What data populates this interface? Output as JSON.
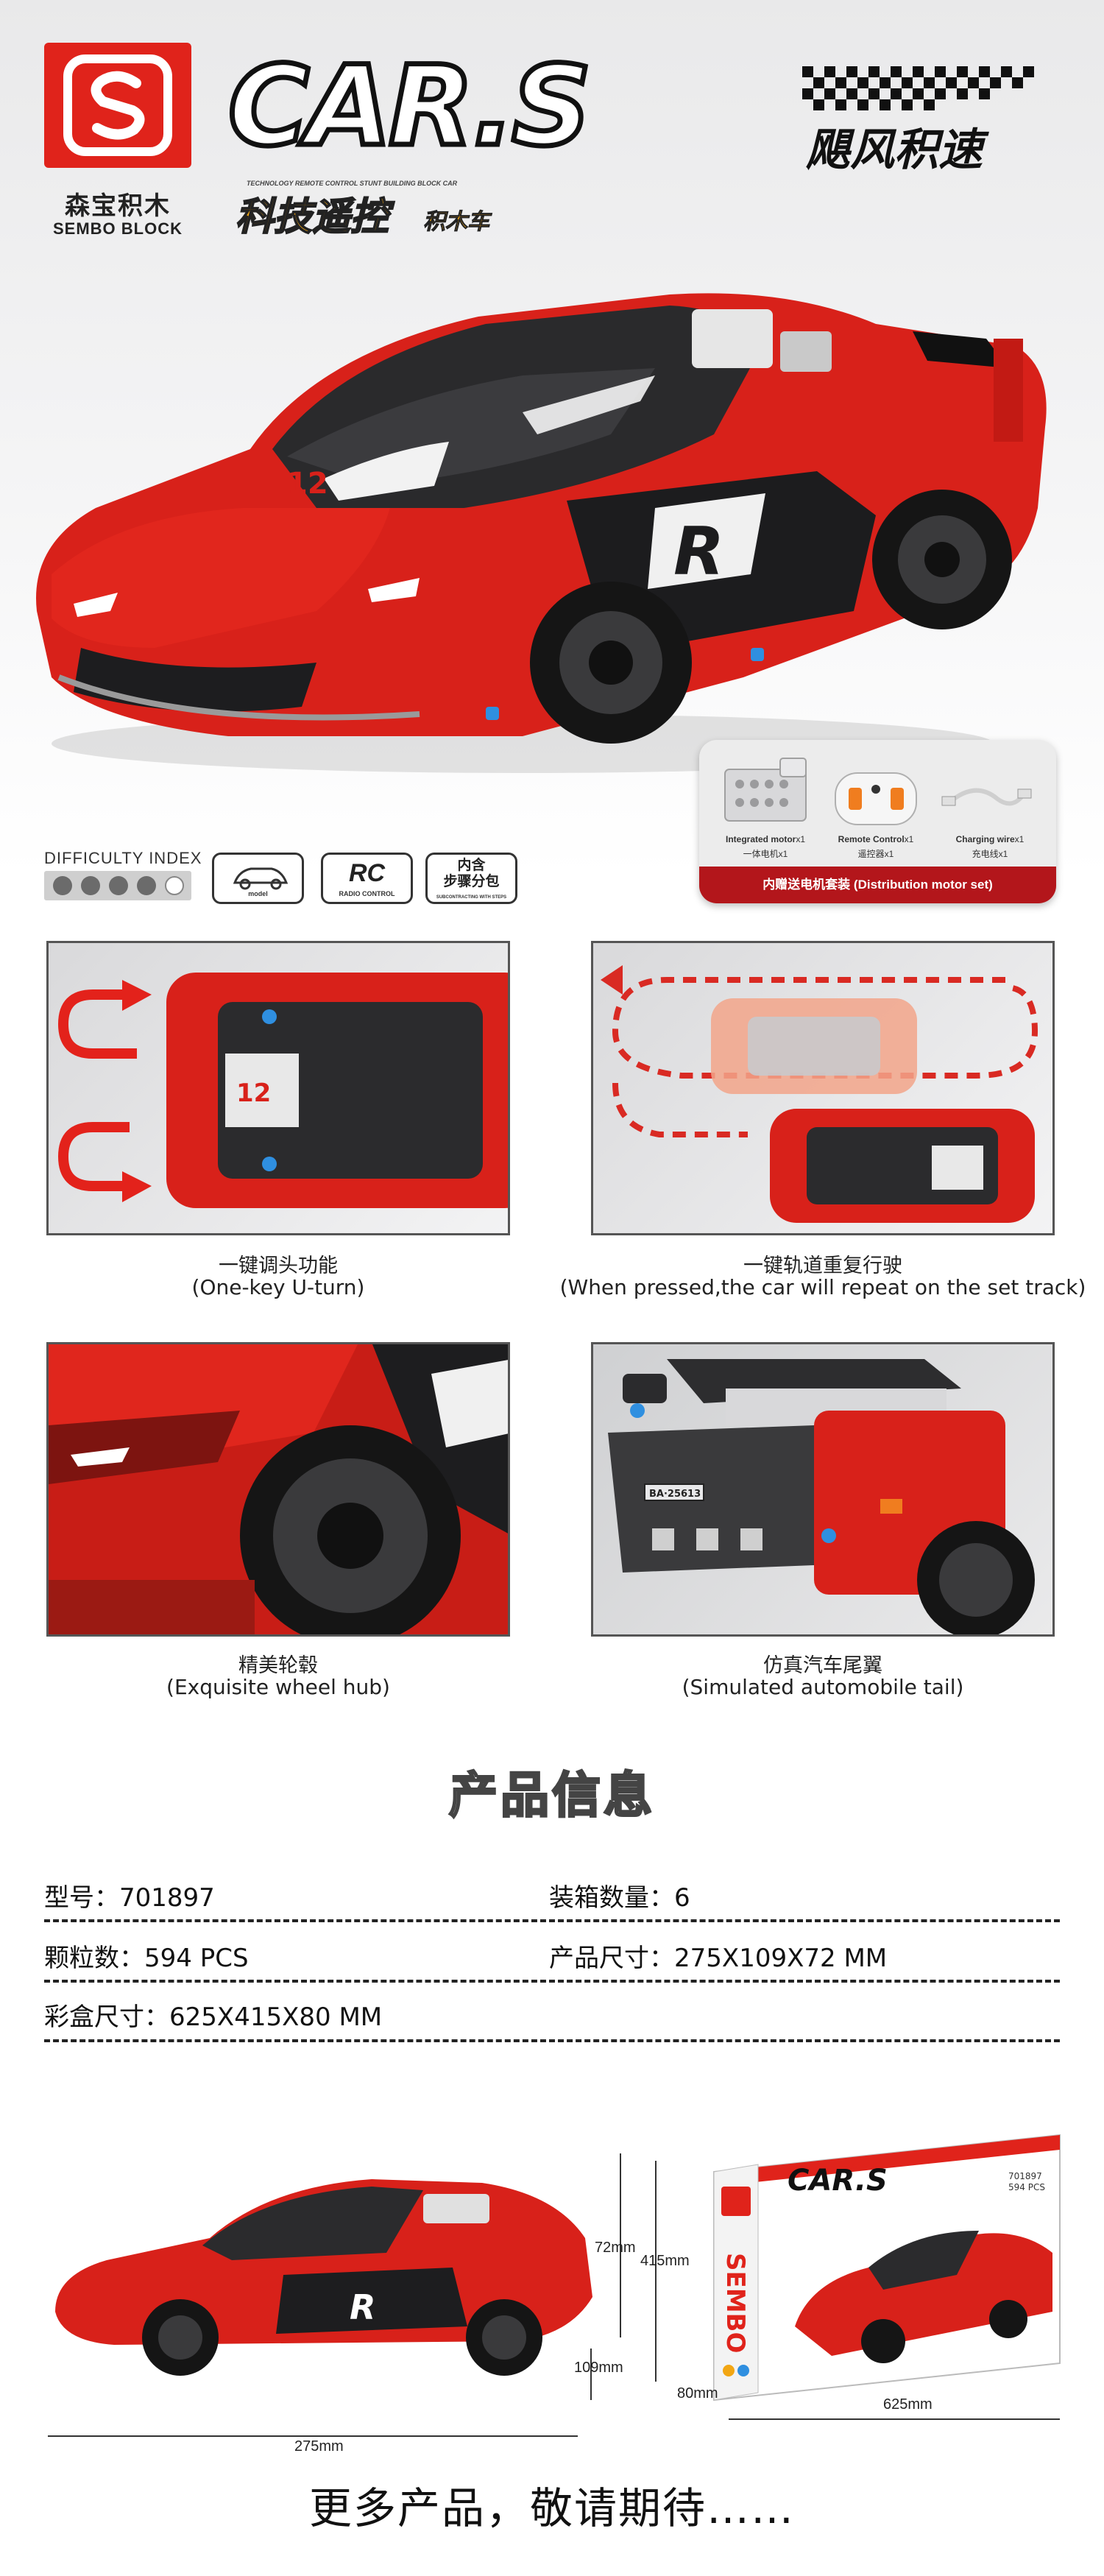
{
  "brand": {
    "cn": "森宝积木",
    "en": "SEMBO BLOCK"
  },
  "title": {
    "en": "CAR.S",
    "cn": "飓风积速",
    "sub_small": "TECHNOLOGY REMOTE CONTROL STUNT BUILDING BLOCK CAR",
    "sub_big": "科技遥控",
    "sub_tail": "积木车"
  },
  "hero": {
    "race_number": "12",
    "side_letter": "R"
  },
  "difficulty": {
    "label": "DIFFICULTY INDEX",
    "level": 4,
    "max": 5
  },
  "badges": {
    "model_sub": "model",
    "rc_title": "RC",
    "rc_sub": "RADIO CONTROL",
    "bag_title": "内含\n步骤分包",
    "bag_sub": "SUBCONTRACTING WITH STEPS"
  },
  "accessories": {
    "items": [
      {
        "name": "Integrated motor",
        "qty": "x1",
        "name_cn": "一体电机x1"
      },
      {
        "name": "Remote Control",
        "qty": "x1",
        "name_cn": "遥控器x1"
      },
      {
        "name": "Charging wire",
        "qty": "x1",
        "name_cn": "充电线x1"
      }
    ],
    "footer": "内赠送电机套装 (Distribution motor set)"
  },
  "features": [
    {
      "cn": "一键调头功能",
      "en": "(One-key U-turn)"
    },
    {
      "cn": "一键轨道重复行驶",
      "en": "(When pressed,the car will repeat on the set track)"
    },
    {
      "cn": "精美轮毂",
      "en": "(Exquisite wheel hub)"
    },
    {
      "cn": "仿真汽车尾翼",
      "en": "(Simulated automobile tail)"
    }
  ],
  "tile_plate": "BA·25613",
  "info": {
    "title": "产品信息",
    "model_label": "型号：",
    "model_value": "701897",
    "carton_label": "装箱数量：",
    "carton_value": "6",
    "pieces_label": "颗粒数：",
    "pieces_value": "594 PCS",
    "size_label": "产品尺寸：",
    "size_value": "275X109X72 MM",
    "box_label": "彩盒尺寸：",
    "box_value": "625X415X80 MM"
  },
  "dimensions": {
    "car_length": "275mm",
    "car_height": "72mm",
    "car_width": "109mm",
    "box_length": "625mm",
    "box_height": "415mm",
    "box_depth": "80mm"
  },
  "box_art": {
    "title": "CAR.S",
    "brand_vertical": "SEMBO",
    "model": "701897",
    "pcs": "594 PCS"
  },
  "footer": "更多产品，敬请期待……",
  "colors": {
    "brand_red": "#e0231b",
    "car_red": "#d8211a",
    "dark_red": "#b3161b",
    "accent_gold": "#f2a613",
    "ink": "#111111"
  }
}
